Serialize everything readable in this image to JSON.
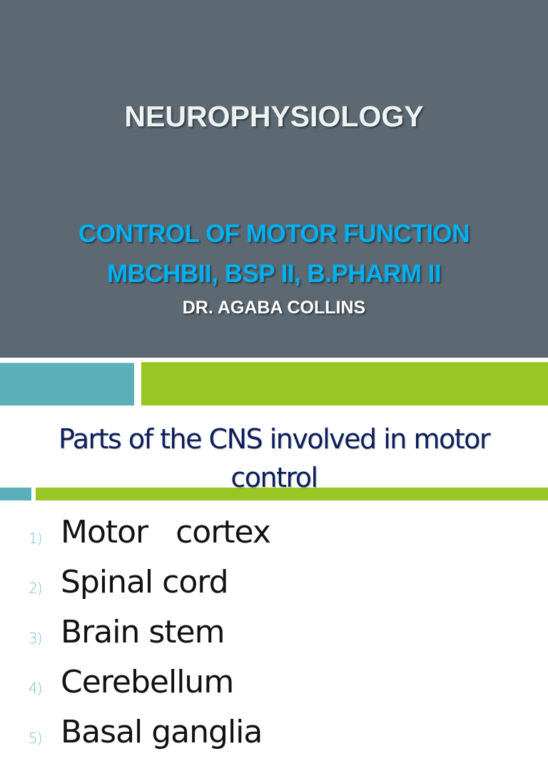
{
  "slide1": {
    "title": "NEUROPHYSIOLOGY",
    "subtitle_line1": "CONTROL OF MOTOR FUNCTION",
    "subtitle_line2": "MBCHBII, BSP II, B.PHARM II",
    "author": "DR. AGABA COLLINS",
    "colors": {
      "background": "#5c6973",
      "title": "#eef2f2",
      "subtitle": "#00b0f0",
      "author": "#ffffff"
    }
  },
  "decor": {
    "colors": {
      "teal": "#5aafb8",
      "green": "#99c623"
    }
  },
  "slide2": {
    "title": "Parts of the CNS involved in motor control",
    "title_line1": "Parts of the CNS involved in motor",
    "title_line2": "control",
    "items": [
      {
        "num": "1)",
        "text": "Motor   cortex"
      },
      {
        "num": "2)",
        "text": "Spinal cord"
      },
      {
        "num": "3)",
        "text": "Brain stem"
      },
      {
        "num": "4)",
        "text": "Cerebellum"
      },
      {
        "num": "5)",
        "text": "Basal ganglia"
      }
    ],
    "colors": {
      "title": "#0d1e5c",
      "number": "#6fc0cc",
      "text": "#111111"
    }
  }
}
